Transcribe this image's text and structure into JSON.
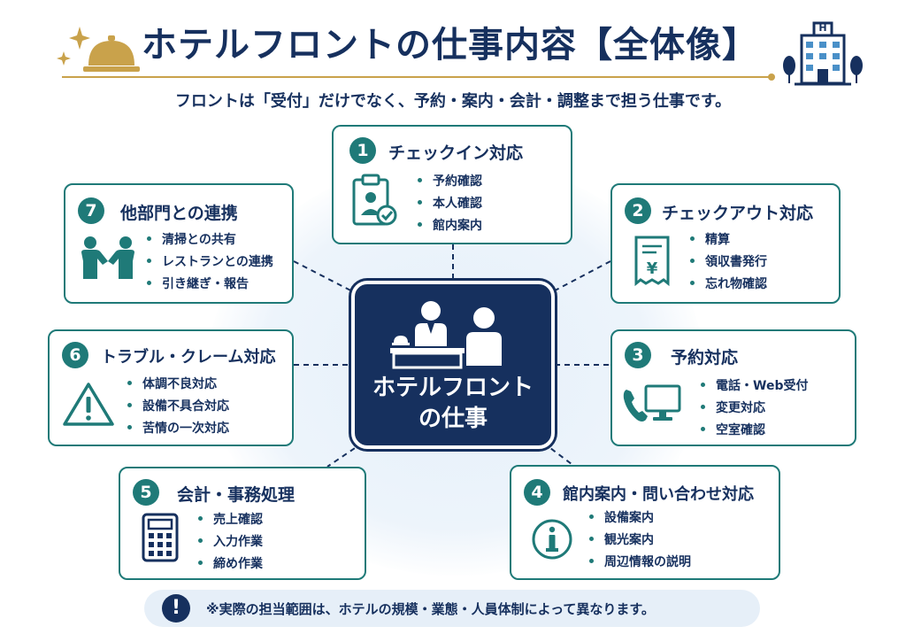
{
  "header": {
    "title": "ホテルフロントの仕事内容【全体像】",
    "subtitle": "フロントは「受付」だけでなく、予約・案内・会計・調整まで担う仕事です。"
  },
  "hotel_icon": {
    "sign": "H"
  },
  "center": {
    "line1": "ホテルフロント",
    "line2": "の仕事"
  },
  "cards": [
    {
      "number": "1",
      "title": "チェックイン対応",
      "items": [
        "予約確認",
        "本人確認",
        "館内案内"
      ],
      "icon": "clipboard-person-icon"
    },
    {
      "number": "2",
      "title": "チェックアウト対応",
      "items": [
        "精算",
        "領収書発行",
        "忘れ物確認"
      ],
      "icon": "receipt-yen-icon"
    },
    {
      "number": "3",
      "title": "予約対応",
      "items": [
        "電話・Web受付",
        "変更対応",
        "空室確認"
      ],
      "icon": "phone-computer-icon"
    },
    {
      "number": "4",
      "title": "館内案内・問い合わせ対応",
      "items": [
        "設備案内",
        "観光案内",
        "周辺情報の説明"
      ],
      "icon": "info-icon"
    },
    {
      "number": "5",
      "title": "会計・事務処理",
      "items": [
        "売上確認",
        "入力作業",
        "締め作業"
      ],
      "icon": "calculator-icon"
    },
    {
      "number": "6",
      "title": "トラブル・クレーム対応",
      "items": [
        "体調不良対応",
        "設備不具合対応",
        "苦情の一次対応"
      ],
      "icon": "warning-icon"
    },
    {
      "number": "7",
      "title": "他部門との連携",
      "items": [
        "清掃との共有",
        "レストランとの連携",
        "引き継ぎ・報告"
      ],
      "icon": "handshake-icon"
    }
  ],
  "note": {
    "icon_text": "!",
    "text": "※実際の担当範囲は、ホテルの規模・業態・人員体制によって異なります。"
  },
  "colors": {
    "navy": "#16305e",
    "teal": "#1f7a78",
    "gold": "#c9a24b",
    "note_bg": "#e6eff8"
  }
}
